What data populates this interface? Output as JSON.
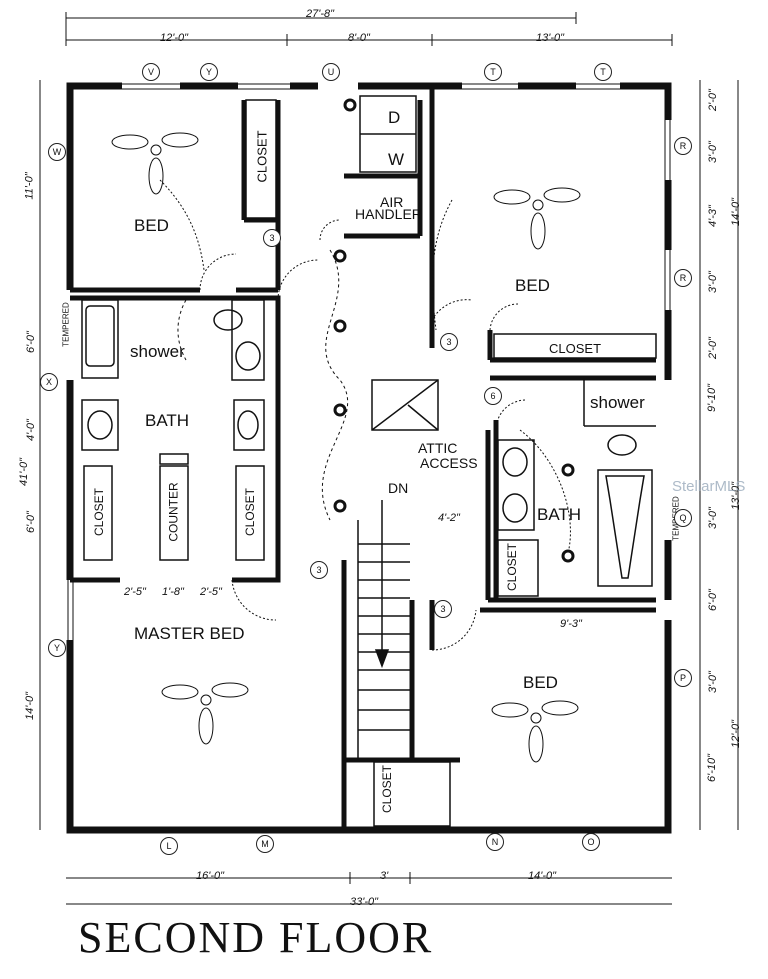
{
  "title": "SECOND FLOOR",
  "watermark": "StellarMLS",
  "rooms": {
    "bed_nw": "BED",
    "bed_ne": "BED",
    "bed_se": "BED",
    "master": "MASTER BED",
    "bath_w": "BATH",
    "bath_e": "BATH",
    "shower_w": "shower",
    "shower_e": "shower",
    "closet": "CLOSET",
    "counter": "COUNTER",
    "air_handler_1": "AIR",
    "air_handler_2": "HANDLER",
    "dw_d": "D",
    "dw_w": "W",
    "attic_1": "ATTIC",
    "attic_2": "ACCESS",
    "stair": "DN",
    "tempered": "TEMPERED"
  },
  "dimensions": {
    "top_total": "27'-8\"",
    "top_1": "12'-0\"",
    "top_2": "8'-0\"",
    "top_3": "13'-0\"",
    "bottom_1": "16'-0\"",
    "bottom_2": "3'",
    "bottom_3": "14'-0\"",
    "bottom_total": "33'-0\"",
    "left_1": "11'-0\"",
    "left_2": "6'-0\"",
    "left_3": "4'-0\"",
    "left_total": "41'-0\"",
    "left_4": "6'-0\"",
    "left_5": "14'-0\"",
    "right_1": "2'-0\"",
    "right_2": "3'-0\"",
    "right_3": "4'-3\"",
    "right_4": "3'-0\"",
    "right_5": "2'-0\"",
    "right_6": "9'-10\"",
    "right_7": "3'-0\"",
    "right_8": "6'-0\"",
    "right_9": "3'-0\"",
    "right_10": "6'-10\"",
    "right_outer_1": "14'-0\"",
    "right_outer_2": "13'-0\"",
    "right_outer_3": "12'-0\"",
    "in_1": "2'-5\"",
    "in_2": "1'-8\"",
    "in_3": "2'-5\"",
    "in_4": "4'-2\"",
    "in_5": "9'-3\""
  },
  "window_tags": [
    "V",
    "Y",
    "U",
    "T",
    "T",
    "W",
    "X",
    "Y",
    "R",
    "R",
    "Q",
    "P",
    "L",
    "M",
    "N",
    "O"
  ],
  "door_tags": [
    "3",
    "3",
    "3",
    "3",
    "6"
  ]
}
